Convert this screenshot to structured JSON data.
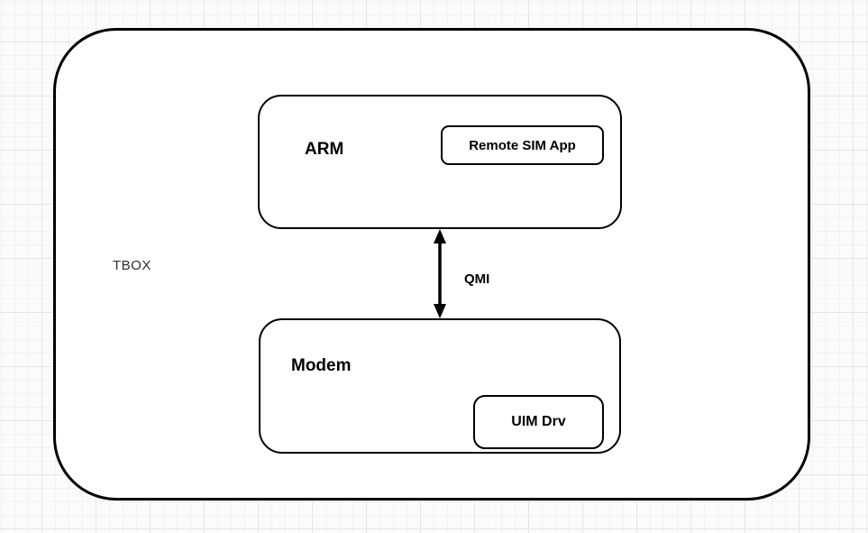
{
  "diagram": {
    "type": "block-diagram",
    "outer_container": {
      "label": "TBOX"
    },
    "arm_block": {
      "label": "ARM",
      "child_block": {
        "label": "Remote SIM App"
      }
    },
    "modem_block": {
      "label": "Modem",
      "child_block": {
        "label": "UIM Drv"
      }
    },
    "connector": {
      "label": "QMI",
      "style": "double-headed-vertical-arrow",
      "from": "ARM",
      "to": "Modem"
    },
    "colors": {
      "stroke": "#000000",
      "shape_fill": "#ffffff",
      "background": "#fcfbfb",
      "grid_minor": "#f3f1f1",
      "grid_major": "#e7e4e4"
    }
  }
}
